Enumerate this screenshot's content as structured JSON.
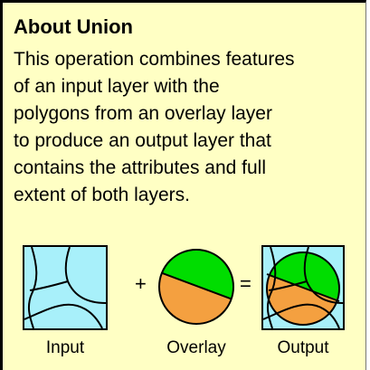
{
  "panel": {
    "title": "About Union",
    "description_lines": [
      "This operation combines features",
      "of an input layer with the",
      "polygons from an overlay layer",
      "to produce an output layer that",
      "contains the attributes and full",
      "extent of both layers."
    ],
    "plus_symbol": "+",
    "equals_symbol": "=",
    "captions": {
      "input": "Input",
      "overlay": "Overlay",
      "output": "Output"
    },
    "colors": {
      "background": "#ffffc4",
      "water": "#a8f0fa",
      "green": "#00dd00",
      "orange": "#f4a040"
    }
  }
}
